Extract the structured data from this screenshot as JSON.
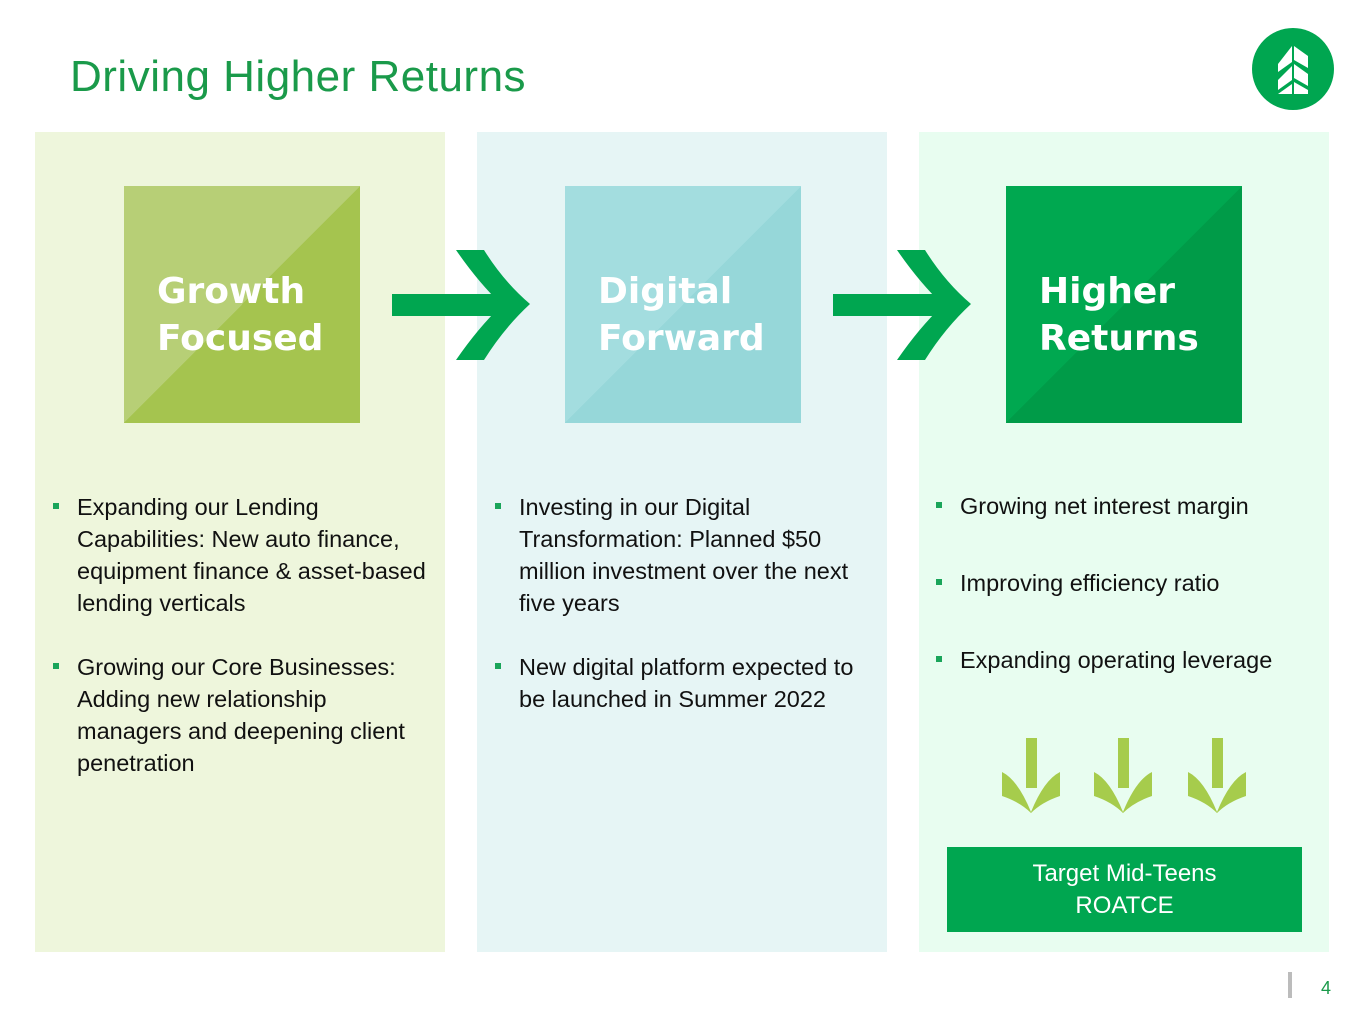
{
  "title": "Driving Higher Returns",
  "logo": {
    "icon": "tree-logo-icon",
    "color": "#00a650"
  },
  "colors": {
    "brand_green": "#00a650",
    "title_green": "#1a9a4a",
    "lime": "#a5c44f",
    "teal": "#96d7d9"
  },
  "columns": [
    {
      "tile_lines": [
        "Growth",
        "Focused"
      ],
      "bullets": [
        "Expanding our Lending Capabilities: New auto finance, equipment finance & asset-based lending verticals",
        "Growing our Core Businesses: Adding new relationship managers and deepening client penetration"
      ]
    },
    {
      "tile_lines": [
        "Digital",
        "Forward"
      ],
      "bullets": [
        "Investing in our Digital Transformation: Planned $50 million investment over the next five years",
        "New digital platform expected to be launched in Summer 2022"
      ]
    },
    {
      "tile_lines": [
        "Higher",
        "Returns"
      ],
      "bullets": [
        "Growing net interest margin",
        "Improving efficiency ratio",
        "Expanding operating leverage"
      ]
    }
  ],
  "target": {
    "line1": "Target Mid-Teens",
    "line2": "ROATCE"
  },
  "page_number": "4"
}
